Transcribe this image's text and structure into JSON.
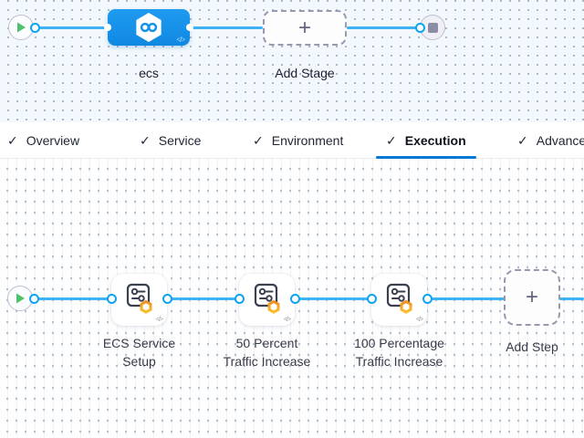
{
  "icons": {
    "check": "✓",
    "plus": "+",
    "code": "</>"
  },
  "stage_graph": {
    "stage_name": "ecs",
    "add_stage_label": "Add Stage"
  },
  "tabs": {
    "items": [
      {
        "label": "Overview",
        "checked": true,
        "active": false
      },
      {
        "label": "Service",
        "checked": true,
        "active": false
      },
      {
        "label": "Environment",
        "checked": true,
        "active": false
      },
      {
        "label": "Execution",
        "checked": true,
        "active": true
      },
      {
        "label": "Advanced",
        "checked": true,
        "active": false
      }
    ]
  },
  "execution_graph": {
    "steps": [
      {
        "name_lines": [
          "ECS Service",
          "Setup"
        ]
      },
      {
        "name_lines": [
          "50 Percent",
          "Traffic Increase"
        ]
      },
      {
        "name_lines": [
          "100 Percentage",
          "Traffic Increase"
        ]
      }
    ],
    "add_step_label": "Add Step"
  },
  "colors": {
    "connector_blue": "#3eb2f2",
    "ring_blue": "#0da3f1",
    "stage_node_blue": "#1593ea",
    "active_tab_blue": "#0278d5",
    "badge_orange": "#f5a02a",
    "play_green": "#4dc26b"
  }
}
